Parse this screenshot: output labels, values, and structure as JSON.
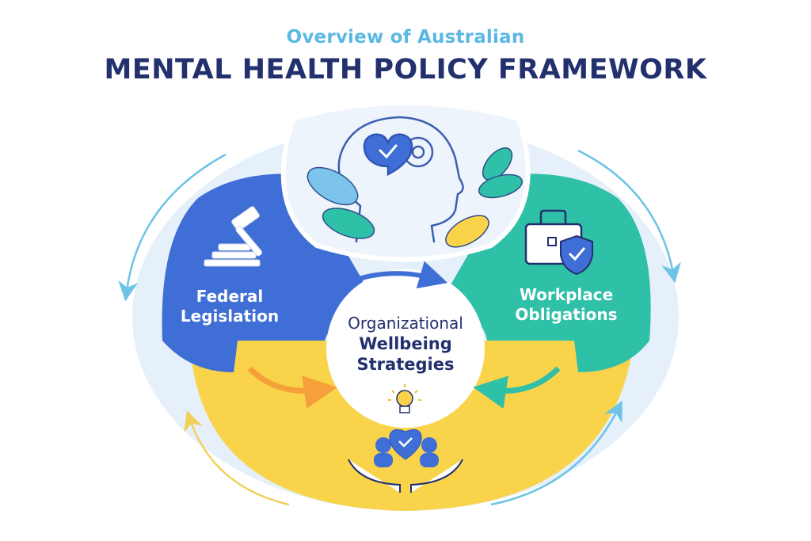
{
  "header": {
    "subtitle": "Overview of Australian",
    "title": "MENTAL HEALTH POLICY FRAMEWORK"
  },
  "sections": {
    "federal": {
      "line1": "Federal",
      "line2": "Legislation",
      "icon": "gavel-icon",
      "color": "#3f6fd6"
    },
    "workplace": {
      "line1": "Workplace",
      "line2": "Obligations",
      "icon": "briefcase-shield-icon",
      "color": "#2fc0a8"
    },
    "organizational": {
      "line1": "Organizational",
      "line2": "Wellbeing",
      "line3": "Strategies",
      "icon": "hands-heart-people-icon",
      "color": "#f9d34a"
    },
    "top": {
      "icon": "head-heart-gear-icon"
    }
  },
  "colors": {
    "title_main": "#22306e",
    "title_sub": "#5bb8e3",
    "ring_bg": "#e6f0fa",
    "outer_arrow_blue": "#6cc3e6",
    "outer_arrow_yellow": "#f3cf5a",
    "inner_arrow_orange": "#f5a03a"
  }
}
